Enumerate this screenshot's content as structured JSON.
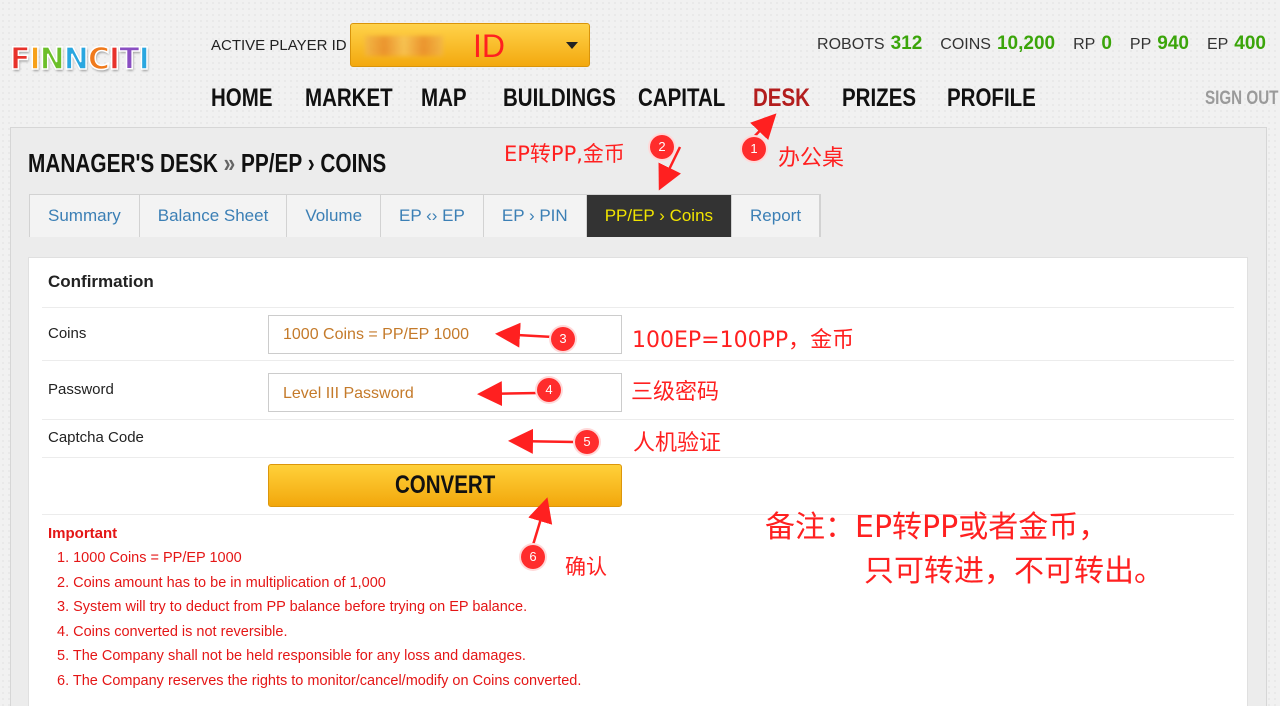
{
  "logo": {
    "text": "FINNCITI",
    "letters": [
      {
        "ch": "F",
        "color": "#e8322b"
      },
      {
        "ch": "I",
        "color": "#f7a11a"
      },
      {
        "ch": "N",
        "color": "#6cbf2a"
      },
      {
        "ch": "N",
        "color": "#2aa7e0"
      },
      {
        "ch": "C",
        "color": "#f07a1c"
      },
      {
        "ch": "I",
        "color": "#e8322b"
      },
      {
        "ch": "T",
        "color": "#8a4fc2"
      },
      {
        "ch": "I",
        "color": "#2aa7e0"
      }
    ]
  },
  "header": {
    "player_label": "ACTIVE PLAYER ID",
    "player_value": "ID",
    "stats": [
      {
        "label": "ROBOTS",
        "value": "312"
      },
      {
        "label": "COINS",
        "value": "10,200"
      },
      {
        "label": "RP",
        "value": "0"
      },
      {
        "label": "PP",
        "value": "940"
      },
      {
        "label": "EP",
        "value": "400"
      }
    ],
    "nav": [
      "HOME",
      "MARKET",
      "MAP",
      "BUILDINGS",
      "CAPITAL",
      "DESK",
      "PRIZES",
      "PROFILE"
    ],
    "active_nav": "DESK",
    "signout": "SIGN OUT"
  },
  "page": {
    "title_main": "MANAGER'S DESK",
    "title_sep": "»",
    "title_sub": "PP/EP › COINS",
    "tabs": [
      "Summary",
      "Balance Sheet",
      "Volume",
      "EP ‹› EP",
      "EP › PIN",
      "PP/EP › Coins",
      "Report"
    ],
    "active_tab": "PP/EP › Coins"
  },
  "form": {
    "heading": "Confirmation",
    "coins_label": "Coins",
    "coins_value": "1000 Coins = PP/EP 1000",
    "password_label": "Password",
    "password_placeholder": "Level III Password",
    "captcha_label": "Captcha Code",
    "convert_label": "CONVERT"
  },
  "important": {
    "title": "Important",
    "notes": [
      "1. 1000 Coins = PP/EP 1000",
      "2. Coins amount has to be in multiplication of 1,000",
      "3. System will try to deduct from PP balance before trying on EP balance.",
      "4. Coins converted is not reversible.",
      "5. The Company shall not be held responsible for any loss and damages.",
      "6. The Company reserves the rights to monitor/cancel/modify on Coins converted."
    ]
  },
  "annotations": {
    "desk": "办公桌",
    "tab": "EP转PP,金币",
    "coins": "100EP=100PP，金币",
    "password": "三级密码",
    "captcha": "人机验证",
    "confirm": "确认",
    "remark_line1": "备注：EP转PP或者金币，",
    "remark_line2": "只可转进，不可转出。",
    "badges": [
      "1",
      "2",
      "3",
      "4",
      "5",
      "6"
    ]
  },
  "colors": {
    "accent_red": "#ff2020",
    "stat_green": "#3ba50a",
    "active_tab_bg": "#333333",
    "active_tab_text": "#f1e400",
    "button_yellow": "#f2a70c"
  }
}
